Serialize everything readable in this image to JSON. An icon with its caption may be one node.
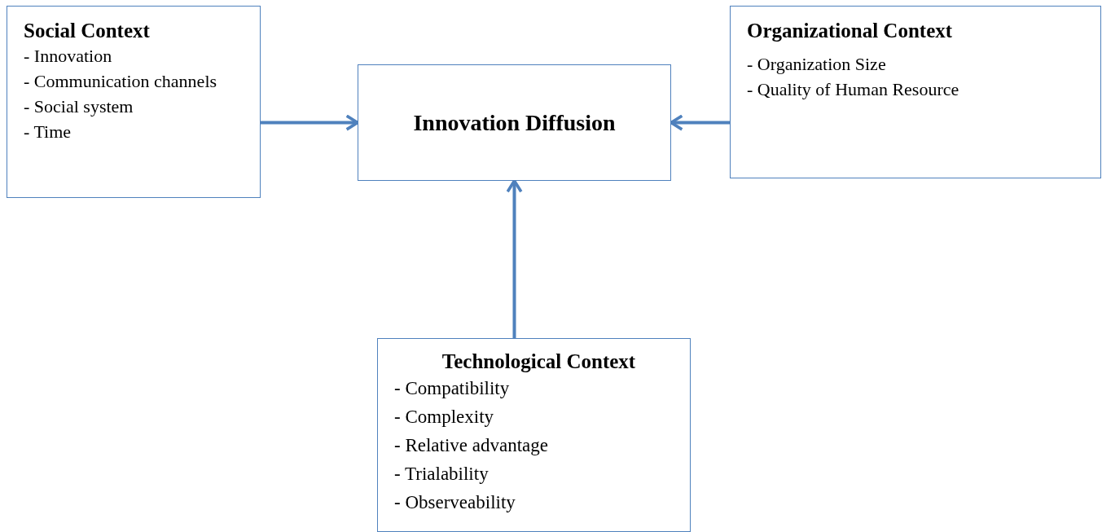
{
  "diagram": {
    "nodes": [
      {
        "text": [
          "Social Context",
          "- Innovation",
          "- Communication channels",
          "- Social system",
          "- Time"
        ]
      },
      {
        "text": [
          "Innovation Diffusion"
        ]
      },
      {
        "text": [
          "Organizational Context",
          "- Organization Size",
          "- Quality of Human Resource"
        ]
      },
      {
        "text": [
          "Technological Context",
          "- Compatibility",
          "- Complexity",
          "- Relative advantage",
          "- Trialability",
          "- Observeability"
        ]
      }
    ],
    "edges": [
      {
        "from": 0,
        "to": 1,
        "arrow": "to"
      },
      {
        "from": 2,
        "to": 1,
        "arrow": "to"
      },
      {
        "from": 3,
        "to": 1,
        "arrow": "to"
      }
    ]
  }
}
